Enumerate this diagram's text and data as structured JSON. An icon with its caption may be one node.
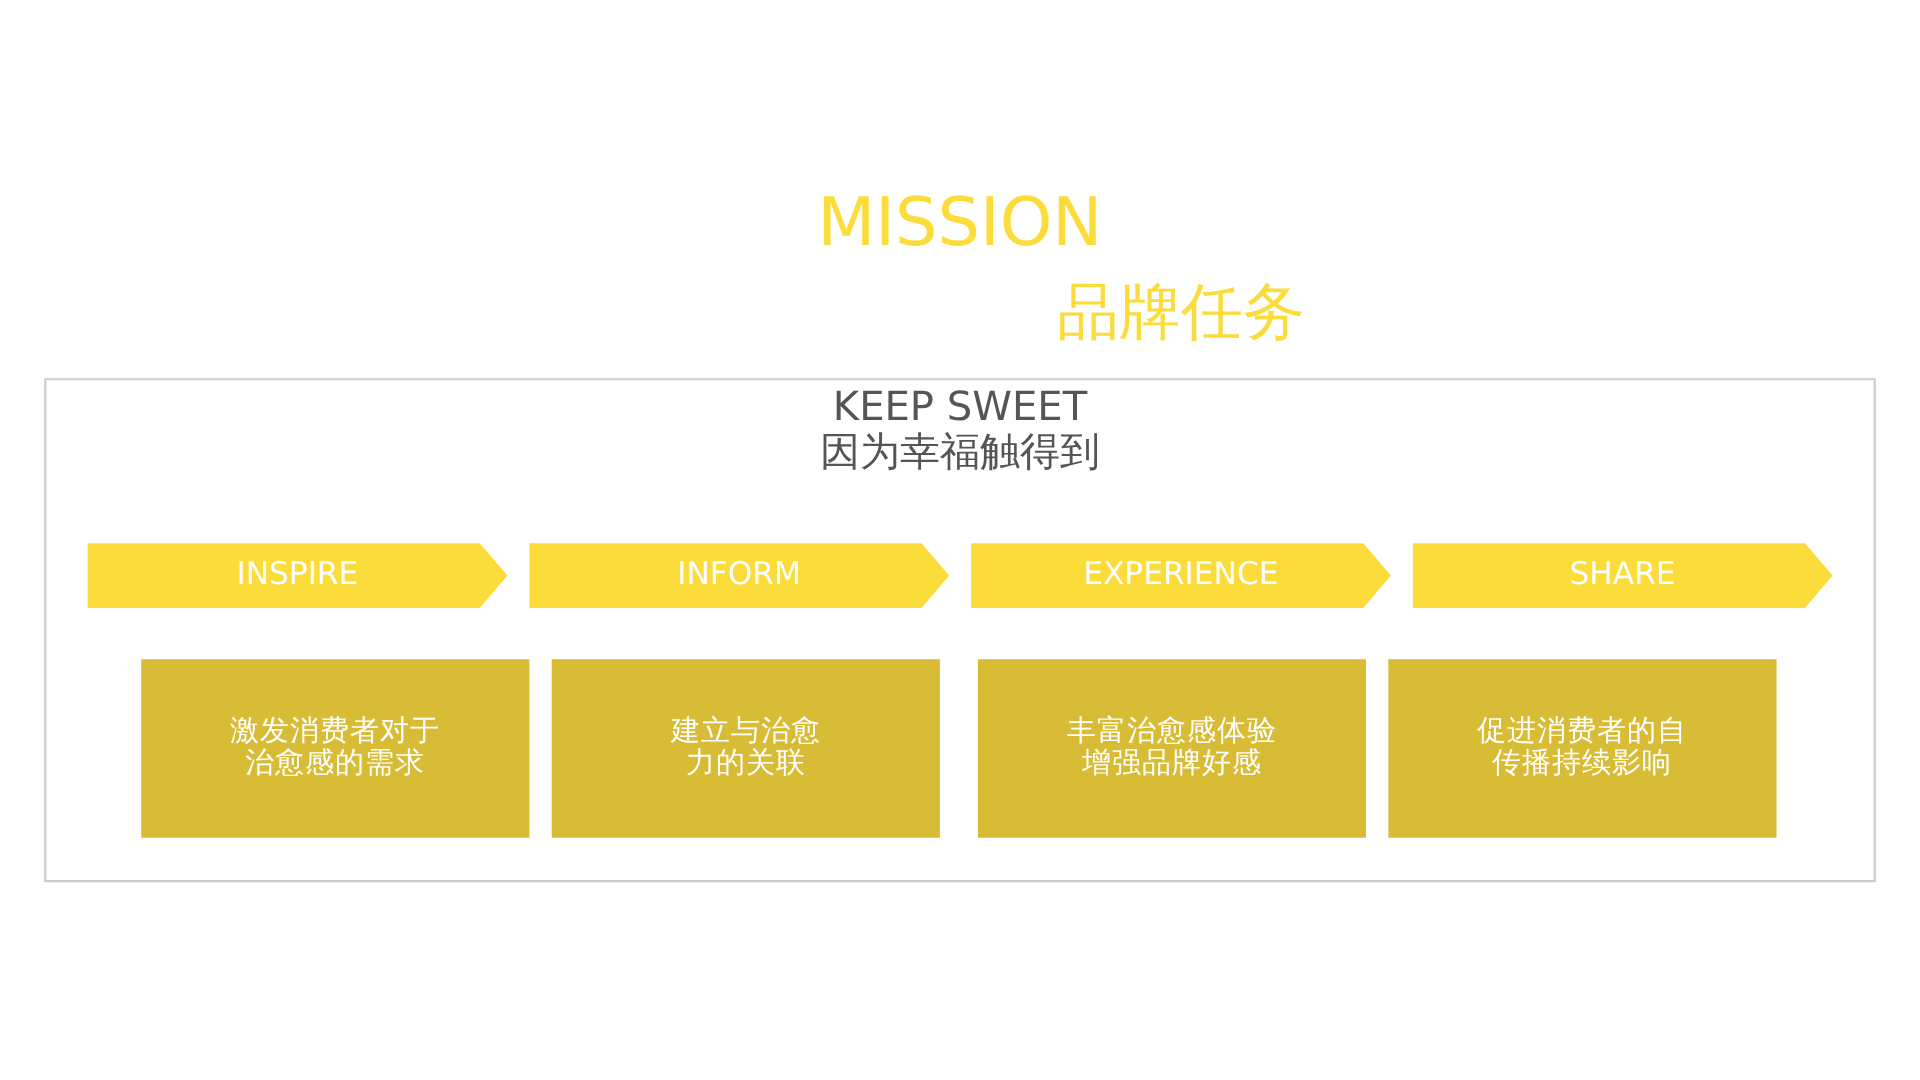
{
  "diagram": {
    "title": "MISSION",
    "nodes": [
      {
        "text": [
          "KEEP SWEET",
          "因为幸福触得到"
        ]
      },
      {
        "text": [
          "INSPIRE"
        ],
        "in": 0
      },
      {
        "text": [
          "INFORM"
        ],
        "in": 0
      },
      {
        "text": [
          "EXPERIENCE"
        ],
        "in": 0
      },
      {
        "text": [
          "SHARE"
        ],
        "in": 0
      },
      {
        "text": [
          "激发消费者对于治愈感的需求"
        ],
        "in": 0
      },
      {
        "text": [
          "建立与治愈力的关联"
        ],
        "in": 0
      },
      {
        "text": [
          "丰富治愈感体验增强品牌好感"
        ],
        "in": 0
      },
      {
        "text": [
          "促进消费者的自传播持续影响"
        ],
        "in": 0
      }
    ],
    "edges": [],
    "labels": [
      "品牌任务"
    ]
  }
}
